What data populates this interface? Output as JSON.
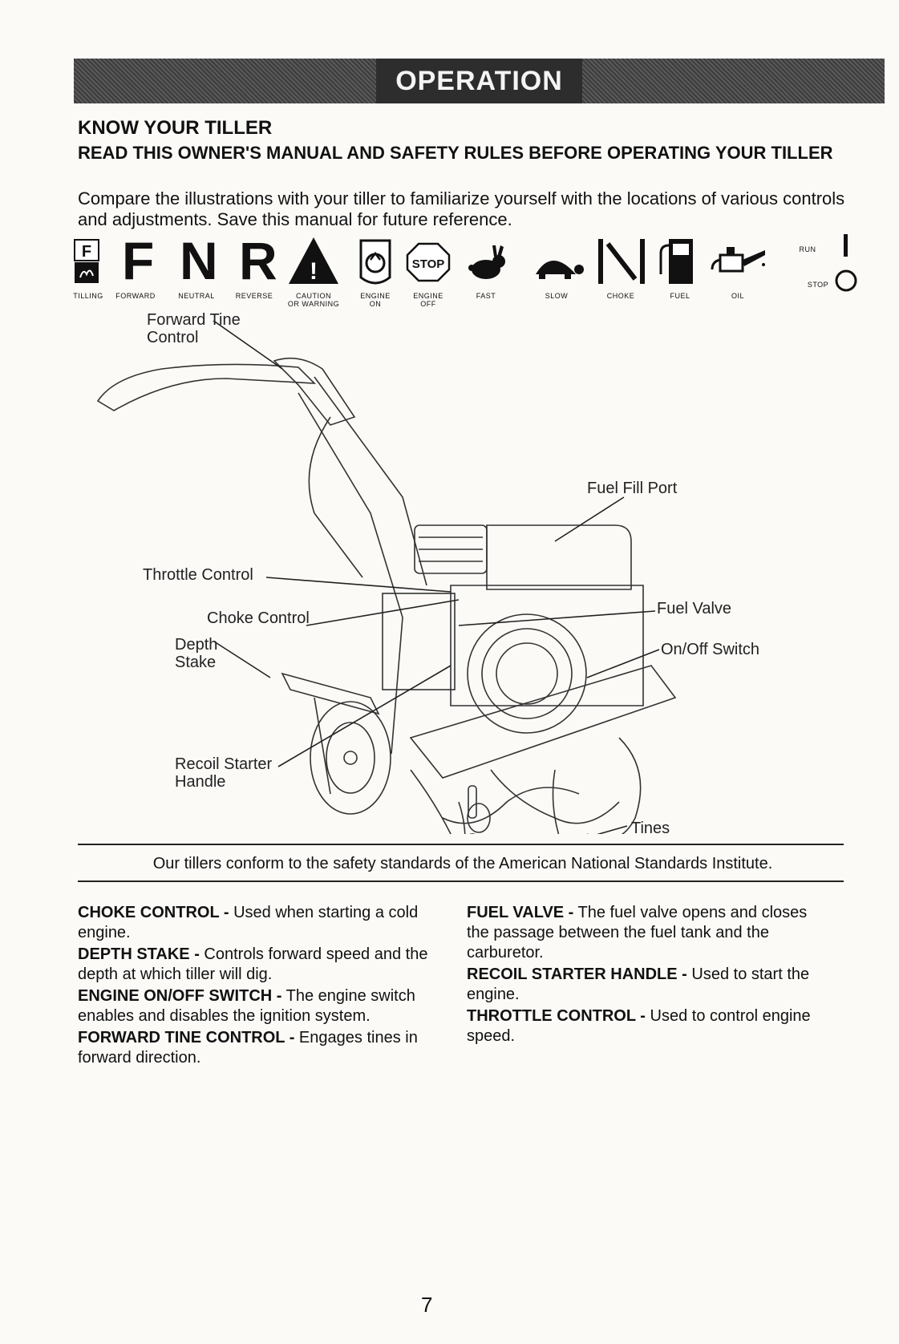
{
  "section_banner": "OPERATION",
  "heading": "KNOW YOUR TILLER",
  "subheading": "READ THIS OWNER'S MANUAL AND SAFETY RULES BEFORE OPERATING YOUR TILLER",
  "intro": "Compare the illustrations with your tiller to familiarize yourself with the locations of various controls and adjustments. Save this manual for future reference.",
  "symbols": [
    {
      "icon": "tilling-icon",
      "label": "TILLING"
    },
    {
      "icon": "forward-icon",
      "glyph": "F",
      "label": "FORWARD"
    },
    {
      "icon": "neutral-icon",
      "glyph": "N",
      "label": "NEUTRAL"
    },
    {
      "icon": "reverse-icon",
      "glyph": "R",
      "label": "REVERSE"
    },
    {
      "icon": "caution-icon",
      "label": "CAUTION\nOR WARNING"
    },
    {
      "icon": "engine-on-icon",
      "label": "ENGINE\nON"
    },
    {
      "icon": "engine-off-icon",
      "glyph": "STOP",
      "label": "ENGINE\nOFF"
    },
    {
      "icon": "rabbit-icon",
      "label": "FAST"
    },
    {
      "icon": "turtle-icon",
      "label": "SLOW"
    },
    {
      "icon": "choke-icon",
      "label": "CHOKE"
    },
    {
      "icon": "fuel-pump-icon",
      "label": "FUEL"
    },
    {
      "icon": "oil-can-icon",
      "label": "OIL"
    },
    {
      "icon": "run-stop-icon",
      "label_run": "RUN",
      "label_stop": "STOP"
    }
  ],
  "callouts": {
    "forward_tine_control": "Forward Tine\nControl",
    "fuel_fill_port": "Fuel Fill Port",
    "throttle_control": "Throttle Control",
    "fuel_valve": "Fuel Valve",
    "choke_control": "Choke Control",
    "depth_stake": "Depth\nStake",
    "on_off_switch": "On/Off Switch",
    "recoil_starter_handle": "Recoil Starter\nHandle",
    "tines": "Tines"
  },
  "standards_notice": "Our tillers conform to the safety standards of the American National Standards Institute.",
  "definitions_left": [
    {
      "term": "CHOKE CONTROL -",
      "text": " Used when starting a cold engine."
    },
    {
      "term": "DEPTH STAKE -",
      "text": " Controls forward speed and the depth at which tiller will dig."
    },
    {
      "term": "ENGINE ON/OFF SWITCH -",
      "text": " The engine switch enables and disables the ignition system."
    },
    {
      "term": "FORWARD TINE CONTROL -",
      "text": " Engages tines in forward direction."
    }
  ],
  "definitions_right": [
    {
      "term": "FUEL VALVE -",
      "text": " The fuel valve opens and closes the passage between the fuel tank and the carburetor."
    },
    {
      "term": "RECOIL STARTER HANDLE -",
      "text": " Used to start the engine."
    },
    {
      "term": "THROTTLE CONTROL -",
      "text": " Used to control engine speed."
    }
  ],
  "page_number": "7"
}
